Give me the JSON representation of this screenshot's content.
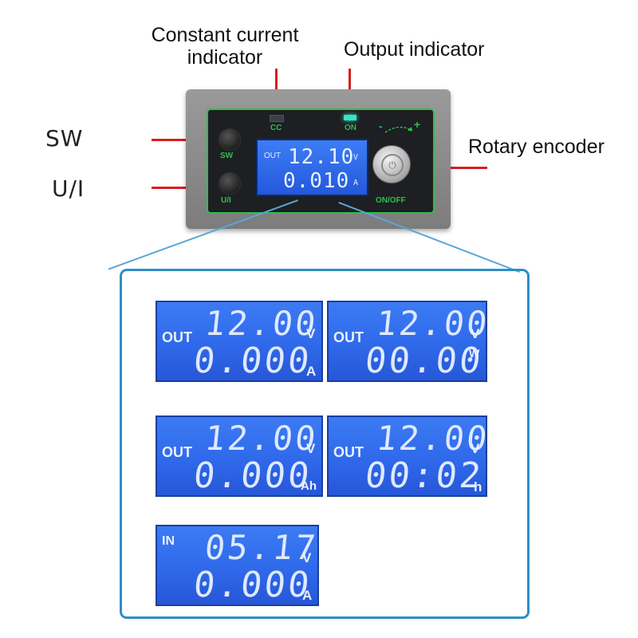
{
  "callouts": {
    "constant_current": [
      "Constant current",
      "indicator"
    ],
    "output_indicator": "Output indicator",
    "rotary_encoder": "Rotary encoder",
    "sw": "SW",
    "ui": "U/I"
  },
  "device": {
    "led_cc_label": "CC",
    "led_on_label": "ON",
    "button_sw_label": "SW",
    "button_ui_label": "U/I",
    "knob_label": "ON/OFF",
    "knob_minus": "-",
    "knob_plus": "+",
    "display": {
      "mode": "OUT",
      "top_value": "12.10",
      "top_unit": "V",
      "bottom_value": "0.010",
      "bottom_unit": "A"
    }
  },
  "panels": [
    {
      "mode": "OUT",
      "top_value": "12.00",
      "top_unit": "V",
      "bottom_value": "0.000",
      "bottom_unit": "A"
    },
    {
      "mode": "OUT",
      "top_value": "12.00",
      "top_unit": "V",
      "bottom_value": "00.00",
      "bottom_unit": "W"
    },
    {
      "mode": "OUT",
      "top_value": "12.00",
      "top_unit": "V",
      "bottom_value": "0.000",
      "bottom_unit": "Ah"
    },
    {
      "mode": "OUT",
      "top_value": "12.00",
      "top_unit": "V",
      "bottom_value": "00:02",
      "bottom_unit": "h"
    },
    {
      "mode": "IN",
      "top_value": "05.17",
      "top_unit": "V",
      "bottom_value": "0.000",
      "bottom_unit": "A"
    }
  ],
  "colors": {
    "callout_red": "#d81e1e",
    "frame_green": "#2fbf4a",
    "lcd_blue": "#2f69ea",
    "zoom_blue": "#2f8dc7",
    "led_on_green": "#37e3c2"
  }
}
